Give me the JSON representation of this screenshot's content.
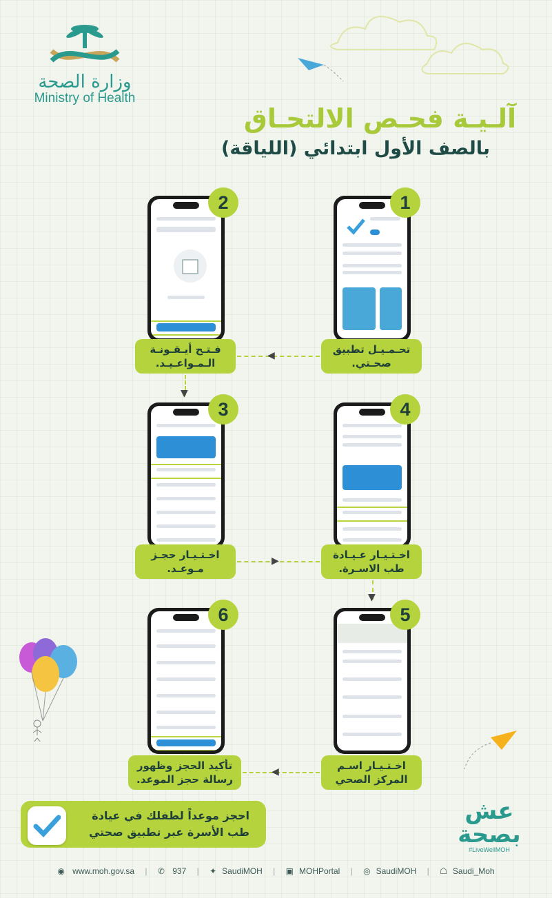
{
  "logo": {
    "ar": "وزارة الصحة",
    "en": "Ministry of Health"
  },
  "title": {
    "line1": "آلـيـة فحـص الالتحـاق",
    "line2": "بالصف الأول ابتدائي (اللياقة)"
  },
  "steps": [
    {
      "number": "1",
      "line1": "تحـمـيـل تطبيق",
      "line2": "صحـتي."
    },
    {
      "number": "2",
      "line1": "فـتـح أيـقـونـة",
      "line2": "الـمـواعـيـد."
    },
    {
      "number": "3",
      "line1": "اخـتـيـار حجـز",
      "line2": "مـوعـد."
    },
    {
      "number": "4",
      "line1": "اخـتـيـار عـيـادة",
      "line2": "طب الاسـرة."
    },
    {
      "number": "5",
      "line1": "اخـتـيـار اسـم",
      "line2": "المركز الصحي"
    },
    {
      "number": "6",
      "line1": "تأكيد الحجز وظهور",
      "line2": "رسالة حجز الموعد."
    }
  ],
  "banner": {
    "line1": "احجز موعداً لطفلك في عيادة",
    "line2": "طب الأسرة عبر تطبيق صحتي"
  },
  "live_logo": {
    "ar": "عش بصحة",
    "en": "#LiveWellMOH"
  },
  "footer": {
    "website": "www.moh.gov.sa",
    "phone": "937",
    "twitter": "SaudiMOH",
    "portal": "MOHPortal",
    "instagram": "SaudiMOH",
    "snapchat": "Saudi_Moh"
  },
  "colors": {
    "accent": "#b5d33c",
    "teal": "#2a9a8e",
    "dark": "#1f3f3a"
  }
}
